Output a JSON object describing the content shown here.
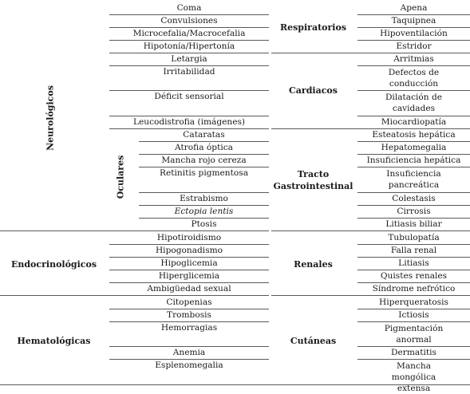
{
  "left": {
    "neuro": {
      "label": "Neurológicos",
      "items": [
        "Coma",
        "Convulsiones",
        "Microcefalia/Macrocefalia",
        "Hipotonía/Hipertonía",
        "Letargia",
        "Irritabilidad",
        "Déficit sensorial",
        "Leucodistrofia (imágenes)"
      ],
      "ocular": {
        "label": "Oculares",
        "items": [
          "Cataratas",
          "Atrofia óptica",
          "Mancha rojo cereza",
          "Retinitis pigmentosa",
          "Estrabismo",
          "Ectopia lentis",
          "Ptosis"
        ]
      }
    },
    "endo": {
      "label": "Endocrinológicos",
      "items": [
        "Hipotiroidismo",
        "Hipogonadismo",
        "Hipoglicemia",
        "Hiperglicemia",
        "Ambigüedad sexual"
      ]
    },
    "hema": {
      "label": "Hematológicas",
      "items": [
        "Citopenias",
        "Trombosis",
        "Hemorragias",
        "Anemia",
        "Esplenomegalia"
      ]
    }
  },
  "right": {
    "resp": {
      "label": "Respiratorios",
      "items": [
        "Apena",
        "Taquipnea",
        "Hipoventilación",
        "Estridor"
      ]
    },
    "card": {
      "label": "Cardiacos",
      "items": [
        "Arritmias",
        "Defectos de conducción",
        "Dilatación de cavidades",
        "Miocardiopatía"
      ]
    },
    "gi": {
      "label": "Tracto Gastrointestinal",
      "items": [
        "Esteatosis hepática",
        "Hepatomegalia",
        "Insuficiencia hepática",
        "Insuficiencia pancreática",
        "Colestasis",
        "Cirrosis",
        "Litiasis biliar"
      ]
    },
    "ren": {
      "label": "Renales",
      "items": [
        "Tubulopatía",
        "Falla renal",
        "Litiasis",
        "Quistes renales",
        "Síndrome nefrótico"
      ]
    },
    "cut": {
      "label": "Cutáneas",
      "items": [
        "Hiperqueratosis",
        "Ictiosis",
        "Pigmentación anormal",
        "Dermatitis",
        "Mancha mongólica extensa"
      ]
    }
  }
}
